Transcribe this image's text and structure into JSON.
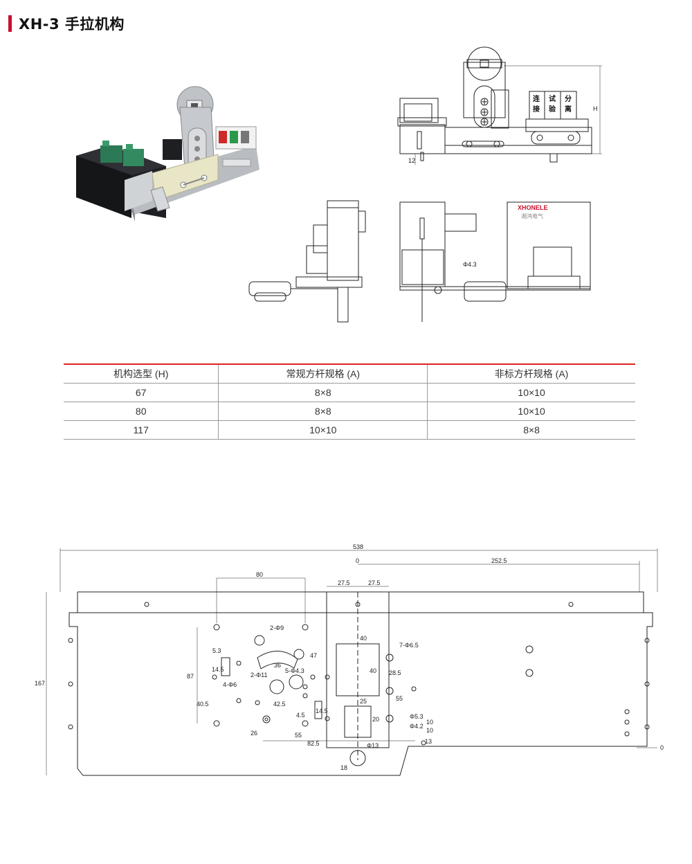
{
  "header": {
    "title": "XH-3 手拉机构"
  },
  "front_view": {
    "panel_labels": [
      "连接",
      "试验",
      "分离"
    ],
    "dim_h": "H",
    "dim_12": "12"
  },
  "top_view": {
    "brand": "XHONELE",
    "brand_cn": "湘鸿电气",
    "hole": "Φ4.3"
  },
  "table": {
    "headers": [
      "机构选型 (H)",
      "常规方杆规格 (A)",
      "非标方杆规格 (A)"
    ],
    "rows": [
      [
        "67",
        "8×8",
        "10×10"
      ],
      [
        "80",
        "8×8",
        "10×10"
      ],
      [
        "117",
        "10×10",
        "8×8"
      ]
    ]
  },
  "drawing": {
    "dims": {
      "overall": "538",
      "zero_top": "0",
      "right": "252.5",
      "hole_span": "80",
      "half_left": "27.5",
      "half_right": "27.5",
      "height": "167",
      "h87": "87",
      "h40_5": "40.5",
      "w5_3": "5.3",
      "h14_5": "14.5",
      "d2_9": "2-Φ9",
      "d36": "36",
      "h47": "47",
      "d5_4_3": "5-Φ4.3",
      "d2_11": "2-Φ11",
      "d4_6": "4-Φ6",
      "w42_5": "42.5",
      "w4_5": "4.5",
      "h14_5b": "14.5",
      "w40": "40",
      "h40": "40",
      "w25": "25",
      "h20": "20",
      "d7_6_5": "7-Φ6.5",
      "h28_5": "28.5",
      "h55": "55",
      "d5_3": "Φ5.3",
      "d4_2": "Φ4.2",
      "h10a": "10",
      "h10b": "10",
      "h13": "13",
      "w55": "55",
      "w82_5": "82.5",
      "h26": "26",
      "d13": "Φ13",
      "h18": "18",
      "zero_right": "0"
    }
  }
}
